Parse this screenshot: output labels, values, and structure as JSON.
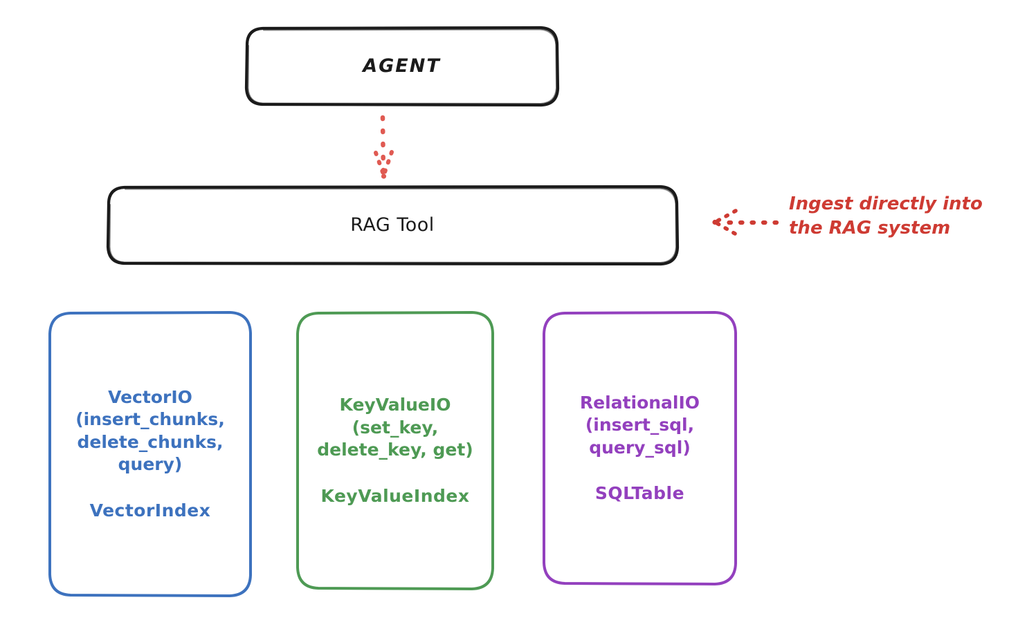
{
  "diagram": {
    "type": "architecture-flow",
    "background": "#ffffff",
    "nodes": {
      "agent": {
        "label": "AGENT",
        "border_color": "#1b1b1b",
        "shape": "rounded-rectangle"
      },
      "rag_tool": {
        "label": "RAG Tool",
        "border_color": "#1b1b1b",
        "shape": "rounded-rectangle"
      },
      "vector_io": {
        "title": "VectorIO\n(insert_chunks,\ndelete_chunks,\nquery)",
        "index": "VectorIndex",
        "color": "#3d72be",
        "shape": "rounded-rectangle"
      },
      "key_value_io": {
        "title": "KeyValueIO\n(set_key,\ndelete_key, get)",
        "index": "KeyValueIndex",
        "color": "#4e9a54",
        "shape": "rounded-rectangle"
      },
      "relational_io": {
        "title": "RelationalIO\n(insert_sql,\nquery_sql)",
        "index": "SQLTable",
        "color": "#9340be",
        "shape": "rounded-rectangle"
      }
    },
    "connectors": {
      "agent_to_rag": {
        "style": "dotted",
        "color": "#e05a52",
        "direction": "down",
        "arrowhead": true
      },
      "ingest_pointer": {
        "style": "dotted",
        "color": "#ce3b33",
        "direction": "left",
        "arrowhead": true
      }
    },
    "annotations": {
      "ingest_note": "Ingest directly into\nthe RAG system",
      "ingest_note_color": "#ce3b33"
    }
  }
}
